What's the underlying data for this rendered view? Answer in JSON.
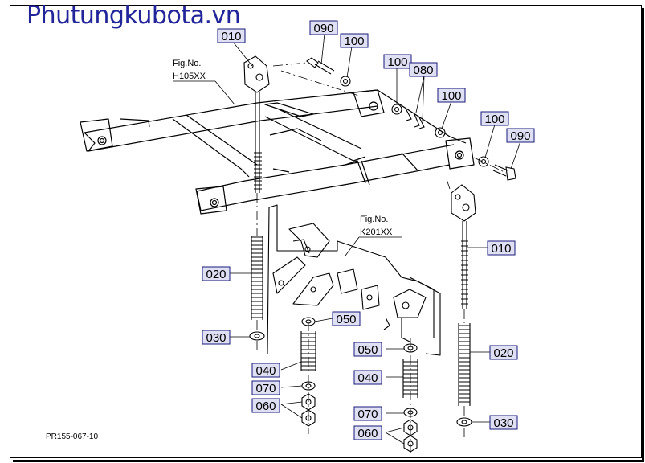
{
  "watermark": "Phutungkubota.vn",
  "figure_code": "PR155-067-10",
  "figrefs": [
    {
      "id": "h105",
      "line1": "Fig.No.",
      "line2": "H105XX"
    },
    {
      "id": "k201",
      "line1": "Fig.No.",
      "line2": "K201XX"
    }
  ],
  "parts": [
    {
      "id": "p010a",
      "text": "010"
    },
    {
      "id": "p090a",
      "text": "090"
    },
    {
      "id": "p100a",
      "text": "100"
    },
    {
      "id": "p100b",
      "text": "100"
    },
    {
      "id": "p080",
      "text": "080"
    },
    {
      "id": "p100c",
      "text": "100"
    },
    {
      "id": "p100d",
      "text": "100"
    },
    {
      "id": "p090b",
      "text": "090"
    },
    {
      "id": "p010b",
      "text": "010"
    },
    {
      "id": "p020a",
      "text": "020"
    },
    {
      "id": "p030a",
      "text": "030"
    },
    {
      "id": "p050a",
      "text": "050"
    },
    {
      "id": "p040a",
      "text": "040"
    },
    {
      "id": "p070a",
      "text": "070"
    },
    {
      "id": "p060a",
      "text": "060"
    },
    {
      "id": "p050b",
      "text": "050"
    },
    {
      "id": "p040b",
      "text": "040"
    },
    {
      "id": "p070b",
      "text": "070"
    },
    {
      "id": "p060b",
      "text": "060"
    },
    {
      "id": "p020b",
      "text": "020"
    },
    {
      "id": "p030b",
      "text": "030"
    }
  ],
  "colors": {
    "line": "#000000",
    "box_fill": "#dfe0f4",
    "box_stroke": "#1a1a7a",
    "watermark": "#22249a"
  }
}
